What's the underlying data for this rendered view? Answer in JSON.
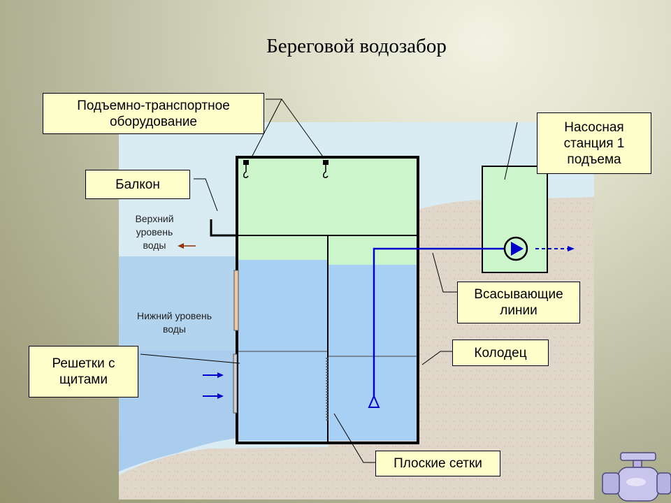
{
  "slide": {
    "title": "Береговой водозабор"
  },
  "callouts": {
    "lifting_equipment": {
      "line1": "Подъемно-транспортное",
      "line2": "оборудование"
    },
    "balcony": {
      "text": "Балкон"
    },
    "pump_station": {
      "line1": "Насосная",
      "line2": "станция 1",
      "line3": "подъема"
    },
    "suction_lines": {
      "line1": "Всасывающие",
      "line2": "линии"
    },
    "well": {
      "text": "Колодец"
    },
    "screens": {
      "line1": "Решетки с",
      "line2": "щитами"
    },
    "flat_screens": {
      "text": "Плоские сетки"
    }
  },
  "labels": {
    "upper_water": {
      "line1": "Верхний",
      "line2": "уровень",
      "line3": "воды"
    },
    "lower_water": {
      "line1": "Нижний уровень",
      "line2": "воды"
    }
  },
  "colors": {
    "sky": "#d9ecf4",
    "ground": "#e0d6c9",
    "river": "#b2d4ef",
    "tank_water": "#a8d0f4",
    "building": "#ccf5cc",
    "callout_fill": "#ffffcc",
    "pipe": "#0000cc",
    "level_arrow": "#993300"
  },
  "icons": {
    "nav": "pump-valve-icon"
  }
}
